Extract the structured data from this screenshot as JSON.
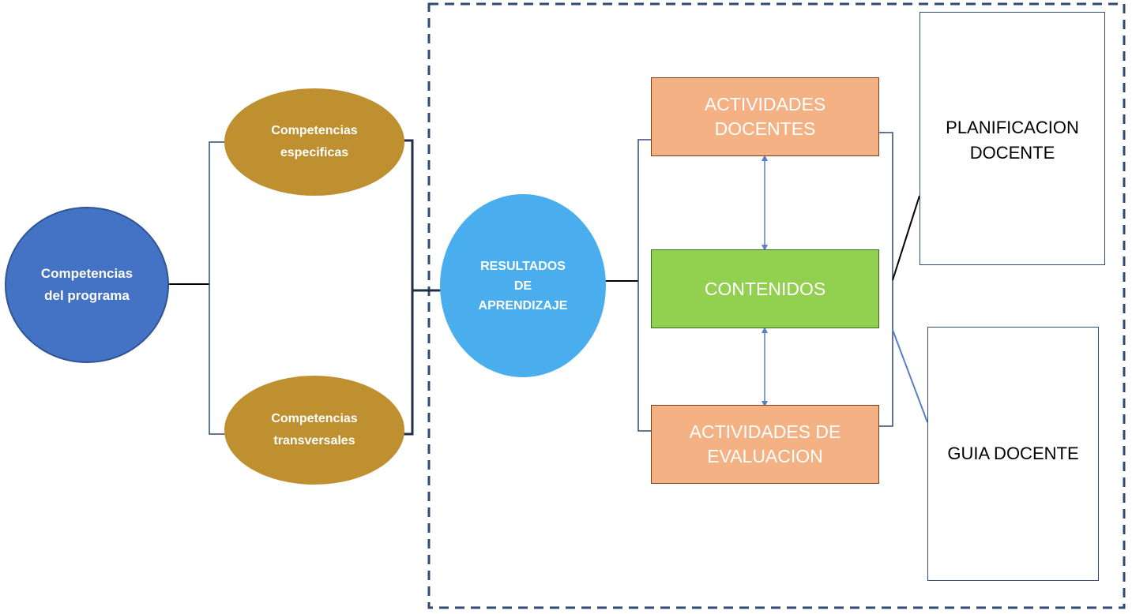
{
  "colors": {
    "program": "#4472C4",
    "program_border": "#2F5597",
    "competence": "#BF9030",
    "competence_border": "#9C7525",
    "results": "#4AAEEE",
    "activity": "#F4B183",
    "activity_border": "#A0522D",
    "content": "#92D050",
    "content_border": "#3B6E22",
    "frame_dash": "#2F4A73",
    "line": "#2F4A73",
    "arrow": "#5B7FC4"
  },
  "nodes": {
    "program": {
      "line1": "Competencias",
      "line2": "del programa"
    },
    "specific": {
      "line1": "Competencias",
      "line2": "especificas"
    },
    "transversal": {
      "line1": "Competencias",
      "line2": "transversales"
    },
    "results": {
      "line1": "RESULTADOS",
      "line2": "DE",
      "line3": "APRENDIZAJE"
    },
    "teaching": {
      "line1": "ACTIVIDADES",
      "line2": "DOCENTES"
    },
    "contents": {
      "line1": "CONTENIDOS"
    },
    "evaluation": {
      "line1": "ACTIVIDADES DE",
      "line2": "EVALUACION"
    },
    "planning": {
      "line1": "PLANIFICACION",
      "line2": "DOCENTE"
    },
    "guide": {
      "line1": "GUIA DOCENTE"
    }
  }
}
